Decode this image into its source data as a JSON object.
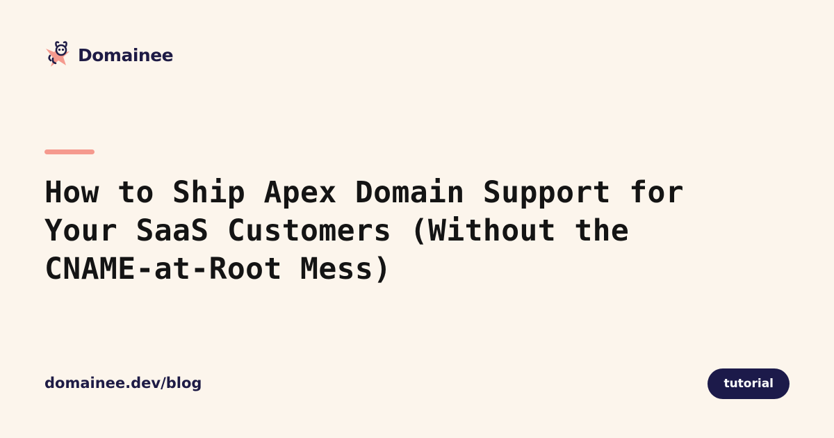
{
  "brand": {
    "name": "Domainee",
    "logo_icon": "domainee-mascot-icon",
    "colors": {
      "background": "#fcf5ec",
      "ink": "#1e1b45",
      "accent": "#f59a8e",
      "badge_background": "#1c1a4a",
      "badge_text": "#ffffff"
    }
  },
  "headline": {
    "lines": [
      "How to Ship Apex Domain Support for",
      "Your SaaS Customers (Without the",
      "CNAME-at-Root Mess)"
    ]
  },
  "footer": {
    "url": "domainee.dev/blog",
    "tag": "tutorial"
  }
}
